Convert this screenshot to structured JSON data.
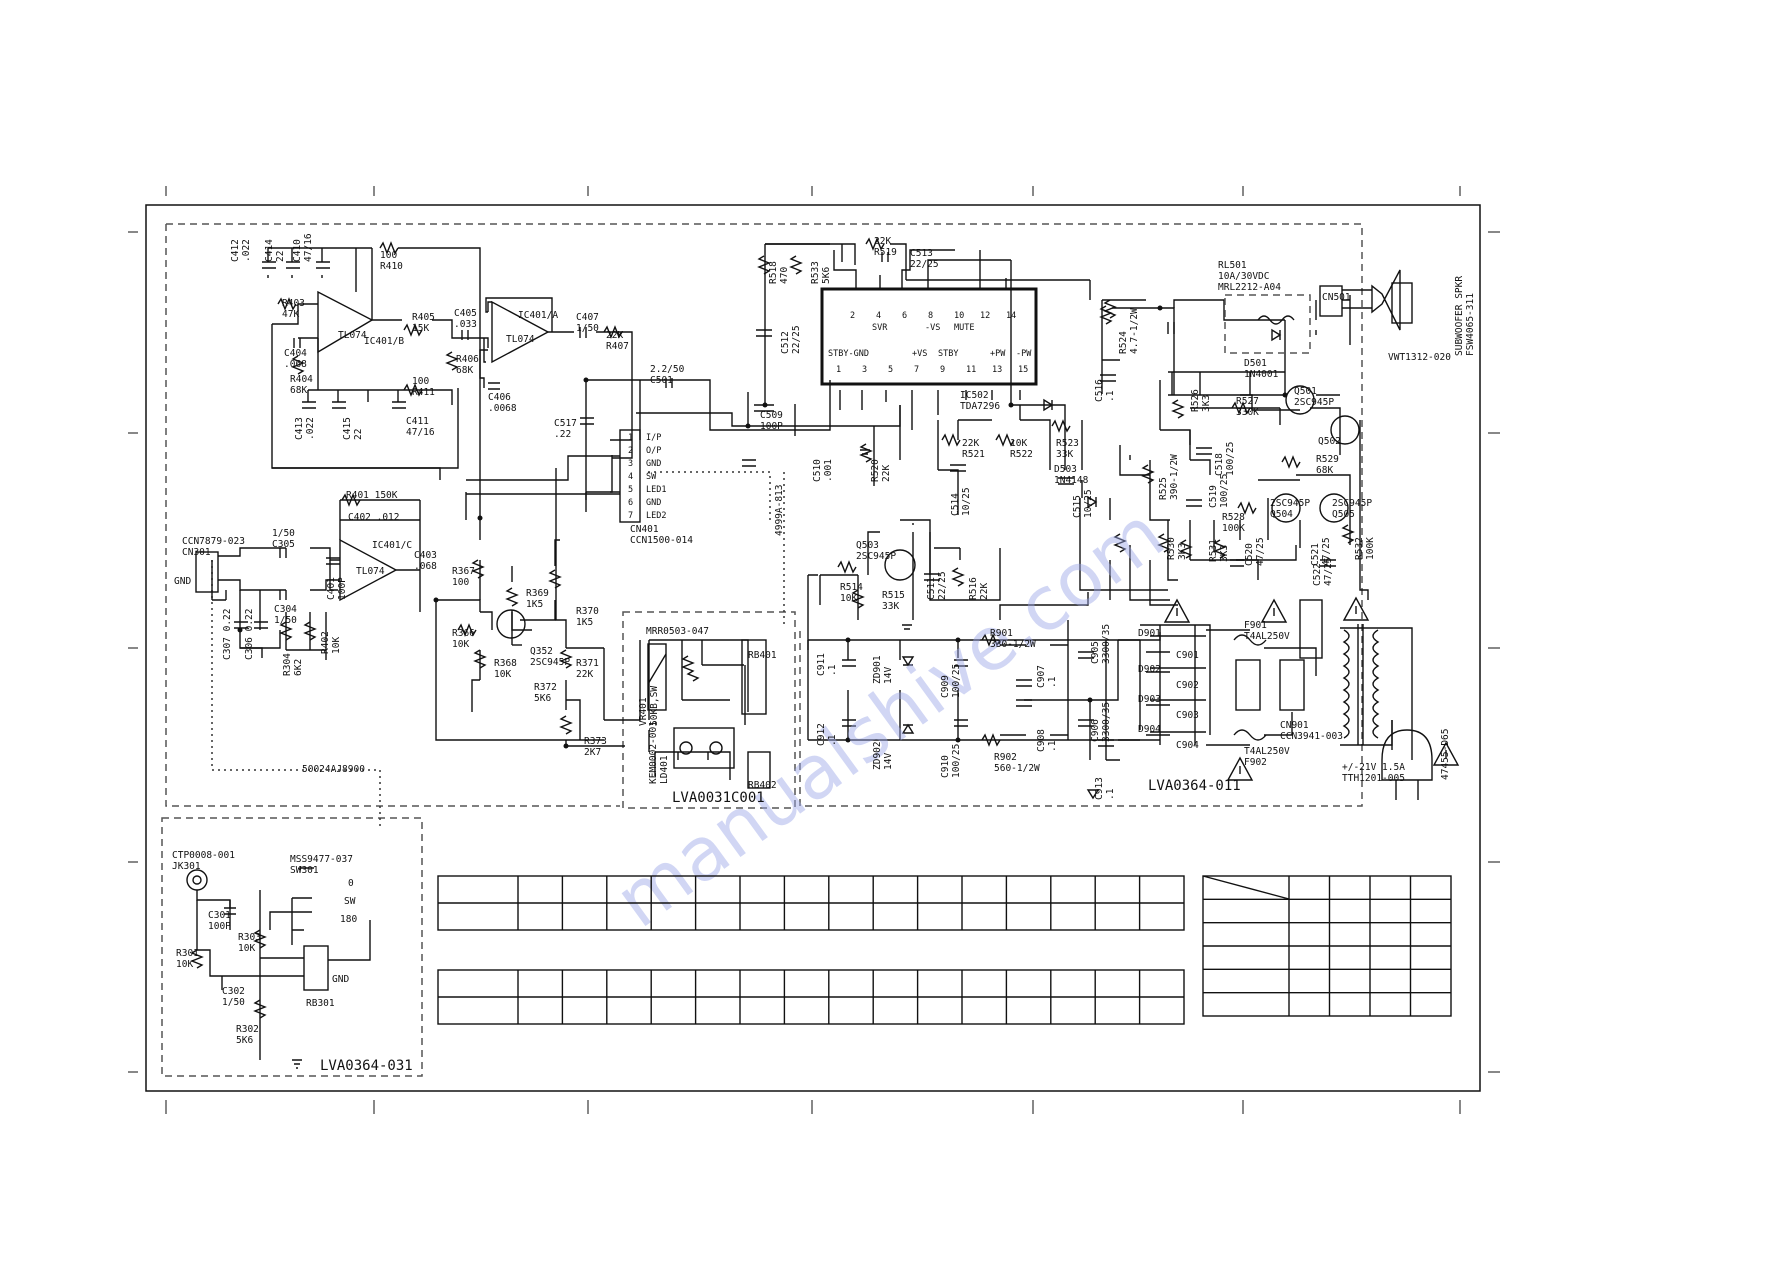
{
  "document": {
    "watermark": "manualshive.com"
  },
  "boards": {
    "main": "LVA0364-011",
    "led": "LVA0031C001",
    "input": "LVA0364-031"
  },
  "cables": {
    "jumper1": "50024AJ8900",
    "jumper2": "4999A-813"
  },
  "labels": [
    {
      "id": "c412",
      "text": "C412\n.022"
    },
    {
      "id": "c414",
      "text": "C414\n22"
    },
    {
      "id": "c410",
      "text": "C410\n47/16"
    },
    {
      "id": "r410",
      "text": "100\nR410"
    },
    {
      "id": "r403",
      "text": "R403\n47K"
    },
    {
      "id": "ic401b",
      "text": "IC401/B"
    },
    {
      "id": "tl074a",
      "text": "TL074"
    },
    {
      "id": "r405",
      "text": "R405\n15K"
    },
    {
      "id": "c405",
      "text": "C405\n.033"
    },
    {
      "id": "ic401a",
      "text": "IC401/A"
    },
    {
      "id": "tl074b",
      "text": "TL074"
    },
    {
      "id": "c407",
      "text": "C407\n1/50"
    },
    {
      "id": "r407",
      "text": "22K\nR407"
    },
    {
      "id": "c404",
      "text": "C404\n.068"
    },
    {
      "id": "r404",
      "text": "R404\n68K"
    },
    {
      "id": "r406",
      "text": "R406\n68K"
    },
    {
      "id": "c406",
      "text": "C406\n.0068"
    },
    {
      "id": "r411",
      "text": "100\nR411"
    },
    {
      "id": "c413",
      "text": "C413\n.022"
    },
    {
      "id": "c415",
      "text": "C415\n22"
    },
    {
      "id": "c411",
      "text": "C411\n47/16"
    },
    {
      "id": "c501",
      "text": "2.2/50\nC501"
    },
    {
      "id": "c517",
      "text": "C517\n.22"
    },
    {
      "id": "cn401",
      "text": "CN401\nCCN1500-014"
    },
    {
      "id": "c509",
      "text": "C509\n100P"
    },
    {
      "id": "r518",
      "text": "R518\n470"
    },
    {
      "id": "r533",
      "text": "R533\n5K6"
    },
    {
      "id": "r519",
      "text": "22K\nR519"
    },
    {
      "id": "c513",
      "text": "C513\n22/25"
    },
    {
      "id": "c512",
      "text": "C512\n22/25"
    },
    {
      "id": "ic502",
      "text": "IC502\nTDA7296"
    },
    {
      "id": "c510",
      "text": "C510\n.001"
    },
    {
      "id": "r520",
      "text": "R520\n22K"
    },
    {
      "id": "r521",
      "text": "22K\nR521"
    },
    {
      "id": "r522",
      "text": "10K\nR522"
    },
    {
      "id": "r523",
      "text": "R523\n33K"
    },
    {
      "id": "d503",
      "text": "D503\n1N4148"
    },
    {
      "id": "c514",
      "text": "C514\n10/25"
    },
    {
      "id": "c515",
      "text": "C515\n10/25"
    },
    {
      "id": "c516",
      "text": "C516\n.1"
    },
    {
      "id": "r524",
      "text": "R524\n4.7-1/2W"
    },
    {
      "id": "rl501",
      "text": "RL501\n10A/30VDC\nMRL2212-A04"
    },
    {
      "id": "d501",
      "text": "D501\n1N4001"
    },
    {
      "id": "cn501",
      "text": "CN501"
    },
    {
      "id": "vwt",
      "text": "VWT1312-020"
    },
    {
      "id": "spkr",
      "text": "SUBWOOFER SPKR\nFSW4065-311"
    },
    {
      "id": "q501",
      "text": "Q501\n2SC945P"
    },
    {
      "id": "q502",
      "text": "Q502"
    },
    {
      "id": "r527",
      "text": "R527\n330K"
    },
    {
      "id": "r526",
      "text": "R526\n3K3"
    },
    {
      "id": "c518",
      "text": "C518\n100/25"
    },
    {
      "id": "r529",
      "text": "R529\n68K"
    },
    {
      "id": "r525",
      "text": "R525\n390-1/2W"
    },
    {
      "id": "c519",
      "text": "C519\n100/25"
    },
    {
      "id": "r528",
      "text": "R528\n100K"
    },
    {
      "id": "q504",
      "text": "2SC945P\nQ504"
    },
    {
      "id": "q505",
      "text": "2SC945P\nQ505"
    },
    {
      "id": "r530",
      "text": "R530\n3K3"
    },
    {
      "id": "r531",
      "text": "R531\n3K3"
    },
    {
      "id": "c520",
      "text": "C520\n47/25"
    },
    {
      "id": "c521",
      "text": "C521\n47/25"
    },
    {
      "id": "c522",
      "text": "C522\n47/25"
    },
    {
      "id": "r532",
      "text": "R532\n100K"
    },
    {
      "id": "q503",
      "text": "Q503\n2SC945P"
    },
    {
      "id": "r514",
      "text": "R514\n10K"
    },
    {
      "id": "r515",
      "text": "R515\n33K"
    },
    {
      "id": "c511",
      "text": "C511\n22/25"
    },
    {
      "id": "r516",
      "text": "R516\n22K"
    },
    {
      "id": "r401",
      "text": "R401 150K"
    },
    {
      "id": "c402",
      "text": "C402 .012"
    },
    {
      "id": "c305",
      "text": "1/50\nC305"
    },
    {
      "id": "ccn7879",
      "text": "CCN7879-023\nCN301"
    },
    {
      "id": "ic401c",
      "text": "IC401/C"
    },
    {
      "id": "tl074c",
      "text": "TL074"
    },
    {
      "id": "c403",
      "text": "C403\n.068"
    },
    {
      "id": "c401",
      "text": "C401\n100P"
    },
    {
      "id": "c304",
      "text": "C304\n1/50"
    },
    {
      "id": "c307",
      "text": "C307 0.22"
    },
    {
      "id": "c306",
      "text": "C306 0.22"
    },
    {
      "id": "r304",
      "text": "R304\n6K2"
    },
    {
      "id": "r402",
      "text": "R402\n10K"
    },
    {
      "id": "gnd",
      "text": "GND"
    },
    {
      "id": "r367",
      "text": "R367\n100"
    },
    {
      "id": "r369",
      "text": "R369\n1K5"
    },
    {
      "id": "r370",
      "text": "R370\n1K5"
    },
    {
      "id": "r366",
      "text": "R366\n10K"
    },
    {
      "id": "q352",
      "text": "Q352\n2SC945P"
    },
    {
      "id": "r368",
      "text": "R368\n10K"
    },
    {
      "id": "r371",
      "text": "R371\n22K"
    },
    {
      "id": "r372",
      "text": "R372\n5K6"
    },
    {
      "id": "r373",
      "text": "R373\n2K7"
    },
    {
      "id": "mrr",
      "text": "MRR0503-047"
    },
    {
      "id": "vr401",
      "text": "VR401\n50KB,SW"
    },
    {
      "id": "rb401",
      "text": "RB401"
    },
    {
      "id": "kem",
      "text": "KEM0002-001\nLD401"
    },
    {
      "id": "rb402",
      "text": "RB402"
    },
    {
      "id": "c911",
      "text": "C911\n.1"
    },
    {
      "id": "zd901",
      "text": "ZD901\n14V"
    },
    {
      "id": "c909",
      "text": "C909\n100/25"
    },
    {
      "id": "r901",
      "text": "R901\n330-1/2W"
    },
    {
      "id": "c907",
      "text": "C907\n.1"
    },
    {
      "id": "c905",
      "text": "C905\n3300/35"
    },
    {
      "id": "c912",
      "text": "C912\n.1"
    },
    {
      "id": "zd902",
      "text": "ZD902\n14V"
    },
    {
      "id": "c910",
      "text": "C910\n100/25"
    },
    {
      "id": "r902",
      "text": "R902\n560-1/2W"
    },
    {
      "id": "c908",
      "text": "C908\n.1"
    },
    {
      "id": "c906",
      "text": "C906\n3300/35"
    },
    {
      "id": "c913",
      "text": "C913\n.1"
    },
    {
      "id": "d901",
      "text": "D901"
    },
    {
      "id": "d902",
      "text": "D902"
    },
    {
      "id": "d903",
      "text": "D903"
    },
    {
      "id": "d904",
      "text": "D904"
    },
    {
      "id": "c901",
      "text": "C901"
    },
    {
      "id": "c902",
      "text": "C902"
    },
    {
      "id": "c903",
      "text": "C903"
    },
    {
      "id": "c904",
      "text": "C904"
    },
    {
      "id": "f901",
      "text": "F901\nT4AL250V"
    },
    {
      "id": "f902",
      "text": "T4AL250V\nF902"
    },
    {
      "id": "cn901",
      "text": "CN901\nCCN3941-003"
    },
    {
      "id": "tth",
      "text": "+/-21V 1.5A\nTTH1201-005"
    },
    {
      "id": "plug",
      "text": "47455-D65"
    },
    {
      "id": "ctp",
      "text": "CTP0008-001\nJK301"
    },
    {
      "id": "mss",
      "text": "MSS9477-037\nSW301"
    },
    {
      "id": "c301",
      "text": "C301\n100P"
    },
    {
      "id": "r301",
      "text": "R301\n10K"
    },
    {
      "id": "r303",
      "text": "R303\n10K"
    },
    {
      "id": "c302",
      "text": "C302\n1/50"
    },
    {
      "id": "r302",
      "text": "R302\n5K6"
    },
    {
      "id": "rb301",
      "text": "RB301"
    },
    {
      "id": "sw0",
      "text": "0"
    },
    {
      "id": "swsw",
      "text": "SW"
    },
    {
      "id": "sw180",
      "text": "180"
    },
    {
      "id": "gnd2",
      "text": "GND"
    }
  ],
  "pins": {
    "cn401": [
      "I/P",
      "O/P",
      "GND",
      "SW",
      "LED1",
      "GND",
      "LED2"
    ],
    "ic502_top": [
      "2",
      "4",
      "6",
      "8",
      "10",
      "12",
      "14"
    ],
    "ic502_top_names": [
      "SVR",
      "-VS",
      "MUTE"
    ],
    "ic502_bottom": [
      "1",
      "3",
      "5",
      "7",
      "9",
      "11",
      "13",
      "15"
    ],
    "ic502_bottom_names": [
      "STBY-GND",
      "+VS",
      "STBY",
      "+PW",
      "-PW"
    ]
  },
  "tables": {
    "t1": {
      "rows": 2,
      "cols": 16
    },
    "t2": {
      "rows": 2,
      "cols": 16
    },
    "t3": {
      "rows": 6,
      "cols": 5
    }
  }
}
